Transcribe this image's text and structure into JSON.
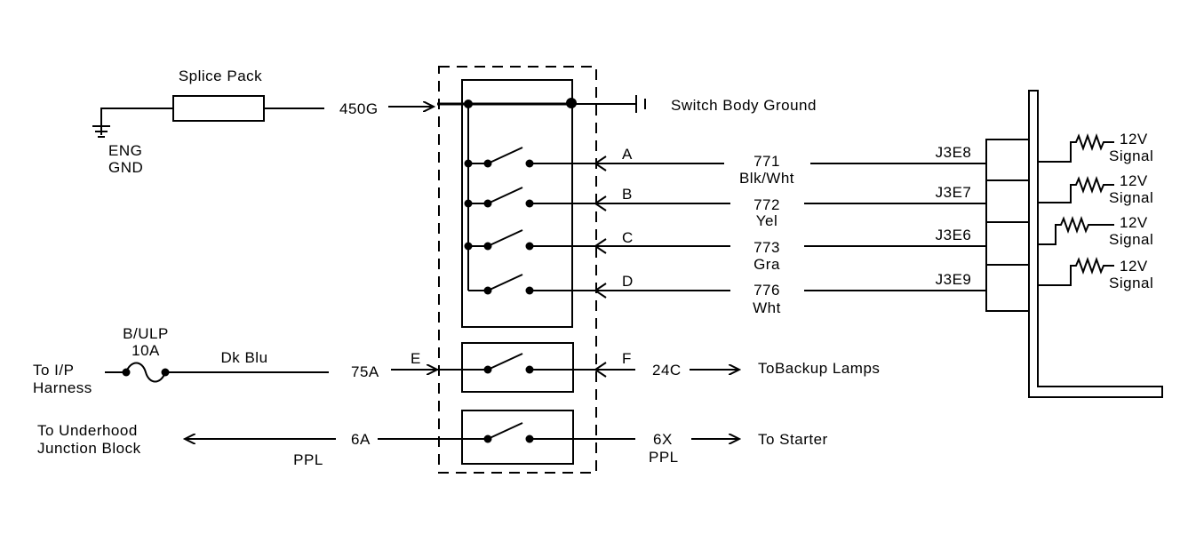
{
  "splice": {
    "label": "Splice Pack",
    "ground_label_1": "ENG",
    "ground_label_2": "GND",
    "wire": "450G",
    "switch_ground": "Switch Body Ground"
  },
  "signals": [
    {
      "pin": "A",
      "circuit": "771",
      "color": "Blk/Wht",
      "connector": "J3E8",
      "sig1": "12V",
      "sig2": "Signal"
    },
    {
      "pin": "B",
      "circuit": "772",
      "color": "Yel",
      "connector": "J3E7",
      "sig1": "12V",
      "sig2": "Signal"
    },
    {
      "pin": "C",
      "circuit": "773",
      "color": "Gra",
      "connector": "J3E6",
      "sig1": "12V",
      "sig2": "Signal"
    },
    {
      "pin": "D",
      "circuit": "776",
      "color": "Wht",
      "connector": "J3E9",
      "sig1": "12V",
      "sig2": "Signal"
    }
  ],
  "backup": {
    "src1": "To I/P",
    "src2": "Harness",
    "fuse1": "B/ULP",
    "fuse2": "10A",
    "wire_color": "Dk Blu",
    "circuit_in": "75A",
    "pin_in": "E",
    "pin_out": "F",
    "circuit_out": "24C",
    "dest": "ToBackup Lamps"
  },
  "starter": {
    "src1": "To Underhood",
    "src2": "Junction Block",
    "wire_color": "PPL",
    "circuit_in": "6A",
    "circuit_out": "6X",
    "wire_color_out": "PPL",
    "dest": "To Starter"
  }
}
